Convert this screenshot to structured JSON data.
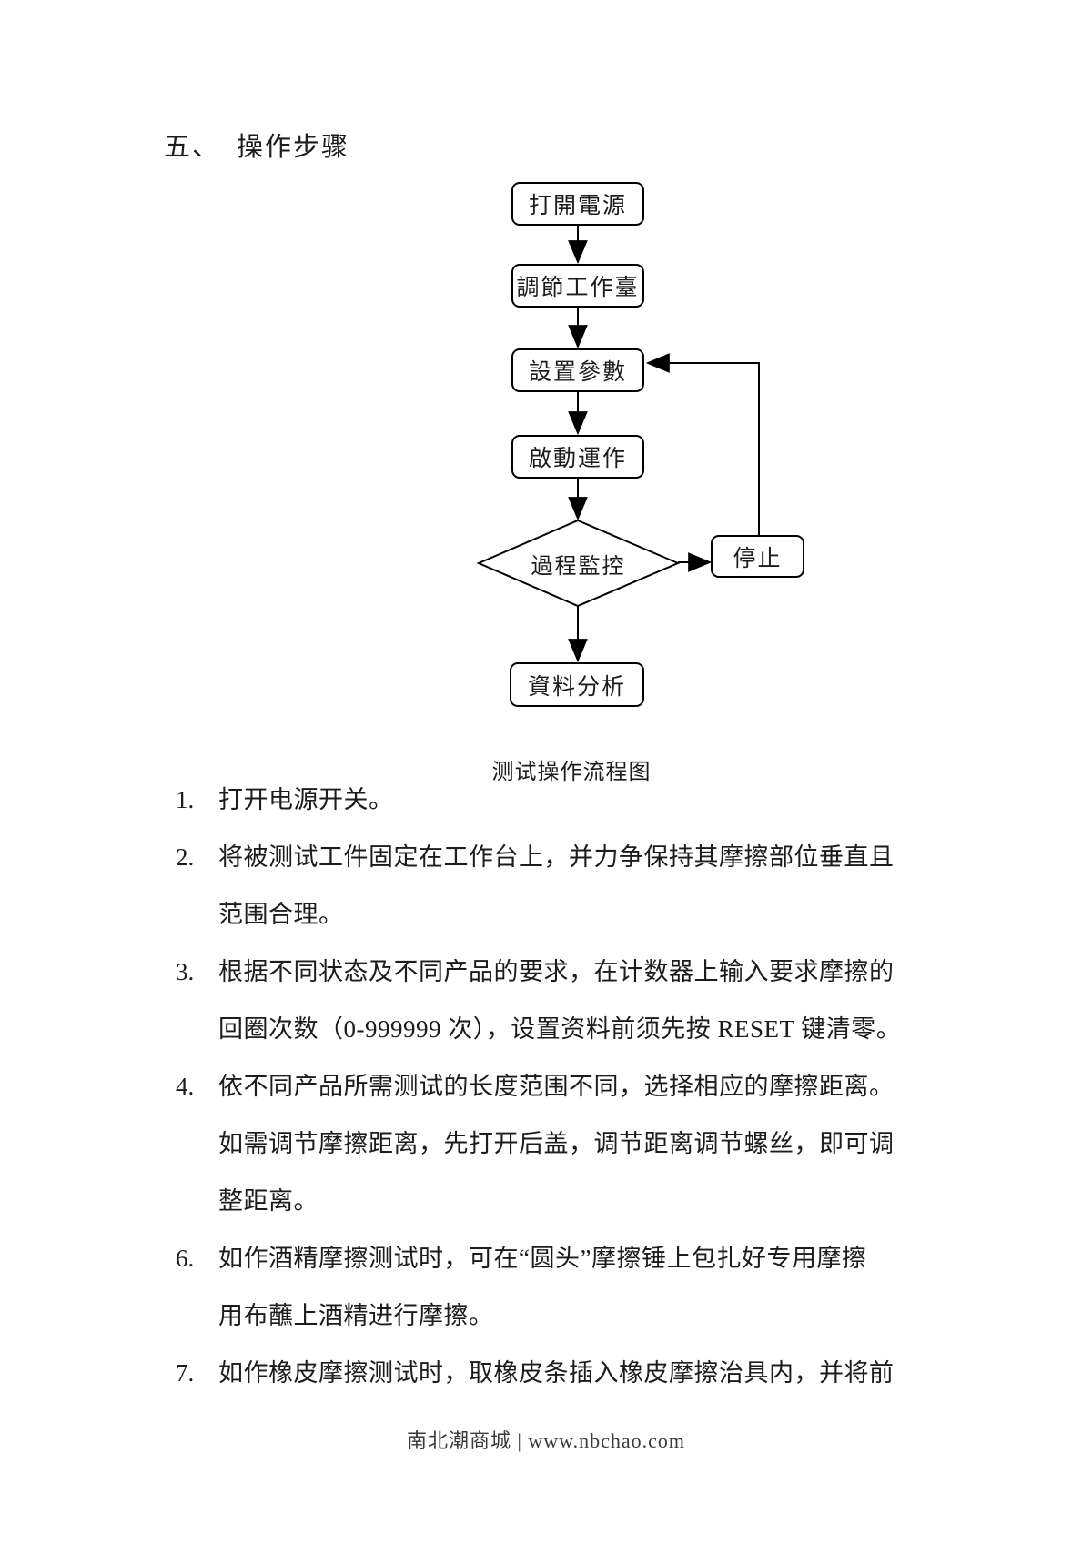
{
  "heading": {
    "number": "五、",
    "title": "操作步骤"
  },
  "flowchart": {
    "caption": "测试操作流程图",
    "nodes": [
      {
        "name": "power-on",
        "label": "打開電源"
      },
      {
        "name": "adjust-worktable",
        "label": "調節工作臺"
      },
      {
        "name": "set-parameters",
        "label": "設置參數"
      },
      {
        "name": "start-operation",
        "label": "啟動運作"
      },
      {
        "name": "process-monitoring",
        "label": "過程監控"
      },
      {
        "name": "stop",
        "label": "停止"
      },
      {
        "name": "data-analysis",
        "label": "資料分析"
      }
    ]
  },
  "steps": [
    {
      "number": "1.",
      "lines": [
        "打开电源开关。"
      ]
    },
    {
      "number": "2.",
      "lines": [
        "将被测试工件固定在工作台上，并力争保持其摩擦部位垂直且",
        "范围合理。"
      ]
    },
    {
      "number": "3.",
      "lines": [
        "根据不同状态及不同产品的要求，在计数器上输入要求摩擦的",
        "回圈次数（0-999999 次），设置资料前须先按 RESET 键清零。"
      ]
    },
    {
      "number": "4.",
      "lines": [
        "依不同产品所需测试的长度范围不同，选择相应的摩擦距离。",
        "如需调节摩擦距离，先打开后盖，调节距离调节螺丝，即可调",
        "整距离。"
      ]
    },
    {
      "number": "6.",
      "lines": [
        "如作酒精摩擦测试时，可在“圆头”摩擦锤上包扎好专用摩擦",
        "用布蘸上酒精进行摩擦。"
      ]
    },
    {
      "number": "7.",
      "lines": [
        "如作橡皮摩擦测试时，取橡皮条插入橡皮摩擦治具内，并将前"
      ]
    }
  ],
  "footer": {
    "text": "南北潮商城 | www.nbchao.com"
  },
  "colors": {
    "ink": "#1c1c1c",
    "line": "#000000",
    "background": "#ffffff"
  }
}
